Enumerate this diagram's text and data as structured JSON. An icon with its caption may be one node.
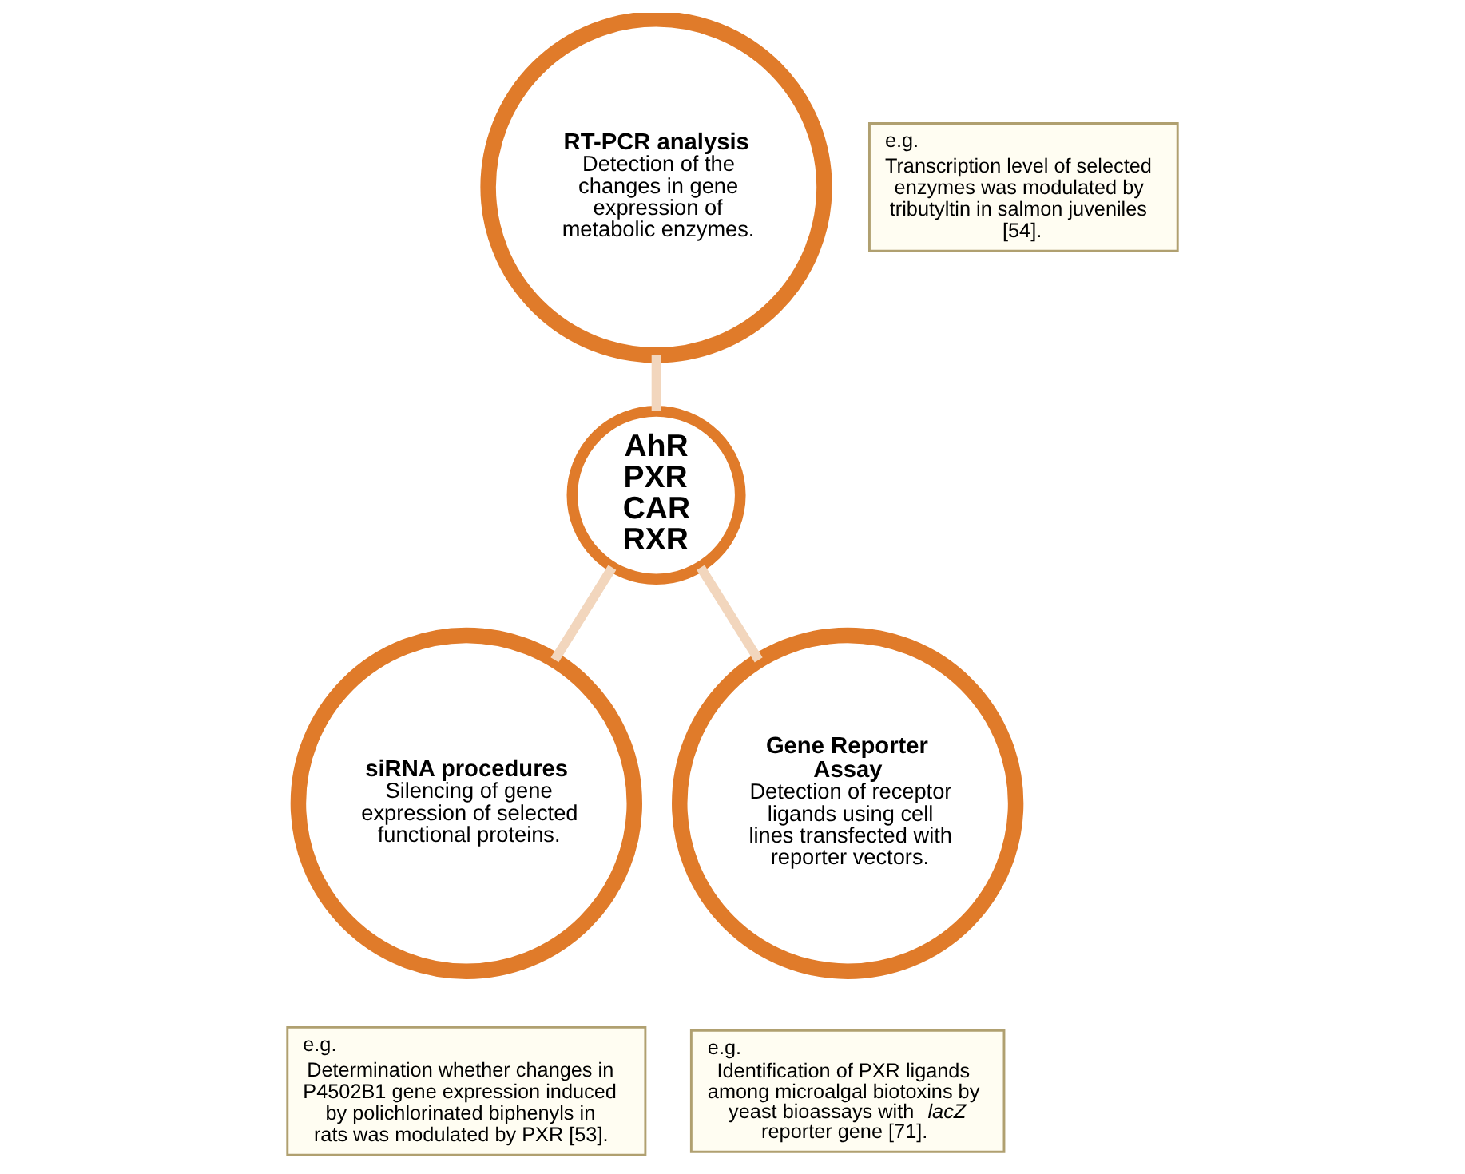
{
  "diagram": {
    "nodes": [
      {
        "text": [
          "RT-PCR analysis",
          "Detection of the changes in gene expression of metabolic enzymes."
        ]
      },
      {
        "text": [
          "e.g.",
          "Transcription level of selected enzymes was modulated by tributyltin in salmon juveniles [54]."
        ]
      },
      {
        "text": [
          "AhR PXR CAR RXR"
        ]
      },
      {
        "text": [
          "siRNA procedures",
          "Silencing of gene expression of selected functional proteins."
        ]
      },
      {
        "text": [
          "Gene Reporter Assay",
          "Detection of receptor ligands using cell lines transfected with reporter vectors."
        ]
      },
      {
        "text": [
          "e.g.",
          "Determination whether changes in P4502B1 gene expression induced by polichlorinated biphenyls in rats was modulated by PXR [53]."
        ]
      },
      {
        "text": [
          "e.g.",
          "Identification of PXR ligands among microalgal biotoxins by yeast bioassays with *lacZ* reporter gene [71]."
        ]
      }
    ],
    "edges": [
      {
        "from": 0,
        "to": 2,
        "arrow": "none"
      },
      {
        "from": 2,
        "to": 3,
        "arrow": "none"
      },
      {
        "from": 2,
        "to": 4,
        "arrow": "none"
      }
    ]
  }
}
